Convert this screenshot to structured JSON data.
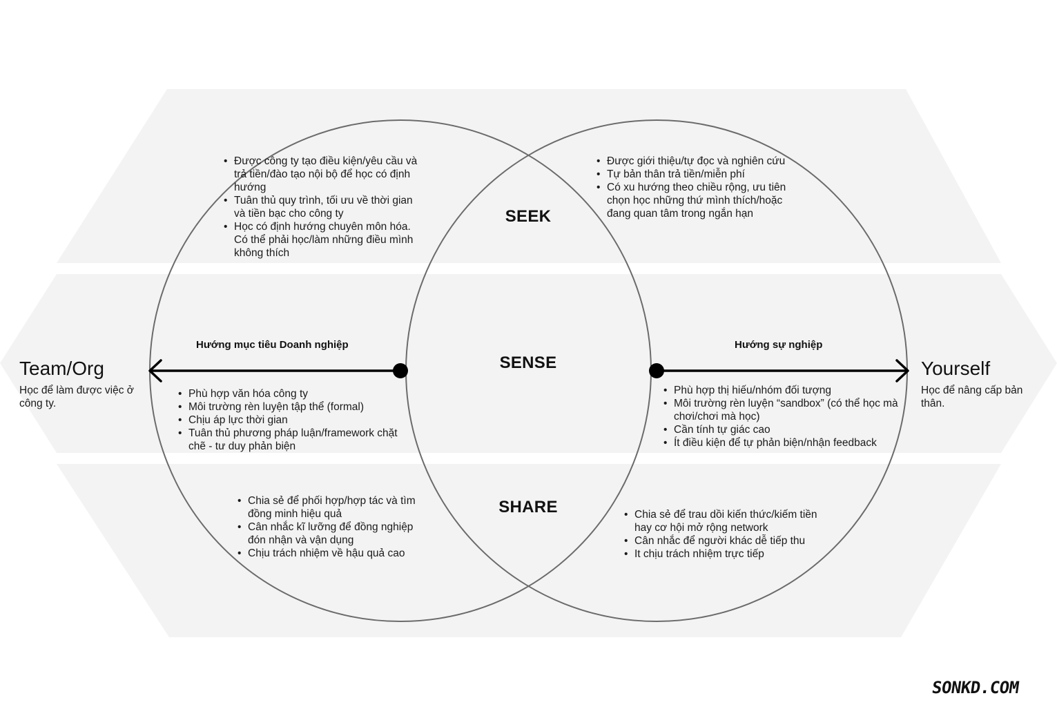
{
  "bands": {
    "top": "SEEK",
    "middle": "SENSE",
    "bottom": "SHARE"
  },
  "left_side": {
    "title": "Team/Org",
    "subtitle": "Học để làm được việc ở công ty.",
    "direction_label": "Hướng mục tiêu Doanh nghiệp"
  },
  "right_side": {
    "title": "Yourself",
    "subtitle": "Học để nâng cấp bản thân.",
    "direction_label": "Hướng sự nghiệp"
  },
  "seek_left": [
    "Được công ty tạo điều kiện/yêu cầu và trả tiền/đào tạo nội bộ để học có định hướng",
    "Tuân thủ quy trình, tối ưu về thời gian và tiền bạc cho công ty",
    "Học có định hướng chuyên môn hóa. Có thể phải học/làm những điều mình không thích"
  ],
  "seek_right": [
    "Được giới thiệu/tự đọc và nghiên cứu",
    "Tự bản thân trả tiền/miễn phí",
    "Có xu hướng theo chiều rộng, ưu tiên chọn học những thứ mình thích/hoặc đang quan tâm trong ngắn hạn"
  ],
  "sense_left": [
    "Phù hợp văn hóa công ty",
    "Môi trường rèn luyện tập thể (formal)",
    "Chịu áp lực thời gian",
    "Tuân thủ phương pháp luận/framework chặt chẽ - tư duy phản biện"
  ],
  "sense_right": [
    "Phù hợp thị hiếu/nhóm đối tượng",
    "Môi trường rèn luyện “sandbox” (có thể học mà chơi/chơi mà học)",
    "Cần tính tự giác cao",
    "Ít điều kiện để tự phản biện/nhận feedback"
  ],
  "share_left": [
    "Chia sẻ để phối hợp/hợp tác và tìm đồng minh hiệu quả",
    "Cân nhắc kĩ lưỡng để đồng nghiệp đón nhận và vận dụng",
    "Chịu trách nhiệm về hậu quả cao"
  ],
  "share_right": [
    "Chia sẻ để trau dồi kiến thức/kiếm tiền hay cơ hội mở rộng network",
    "Cân nhắc để người khác dễ tiếp thu",
    "It chịu trách nhiệm trực tiếp"
  ],
  "brand": "SONKD.COM",
  "colors": {
    "band_fill": "#f3f3f3",
    "circle_stroke": "#6b6b6b",
    "arrow": "#000000"
  }
}
